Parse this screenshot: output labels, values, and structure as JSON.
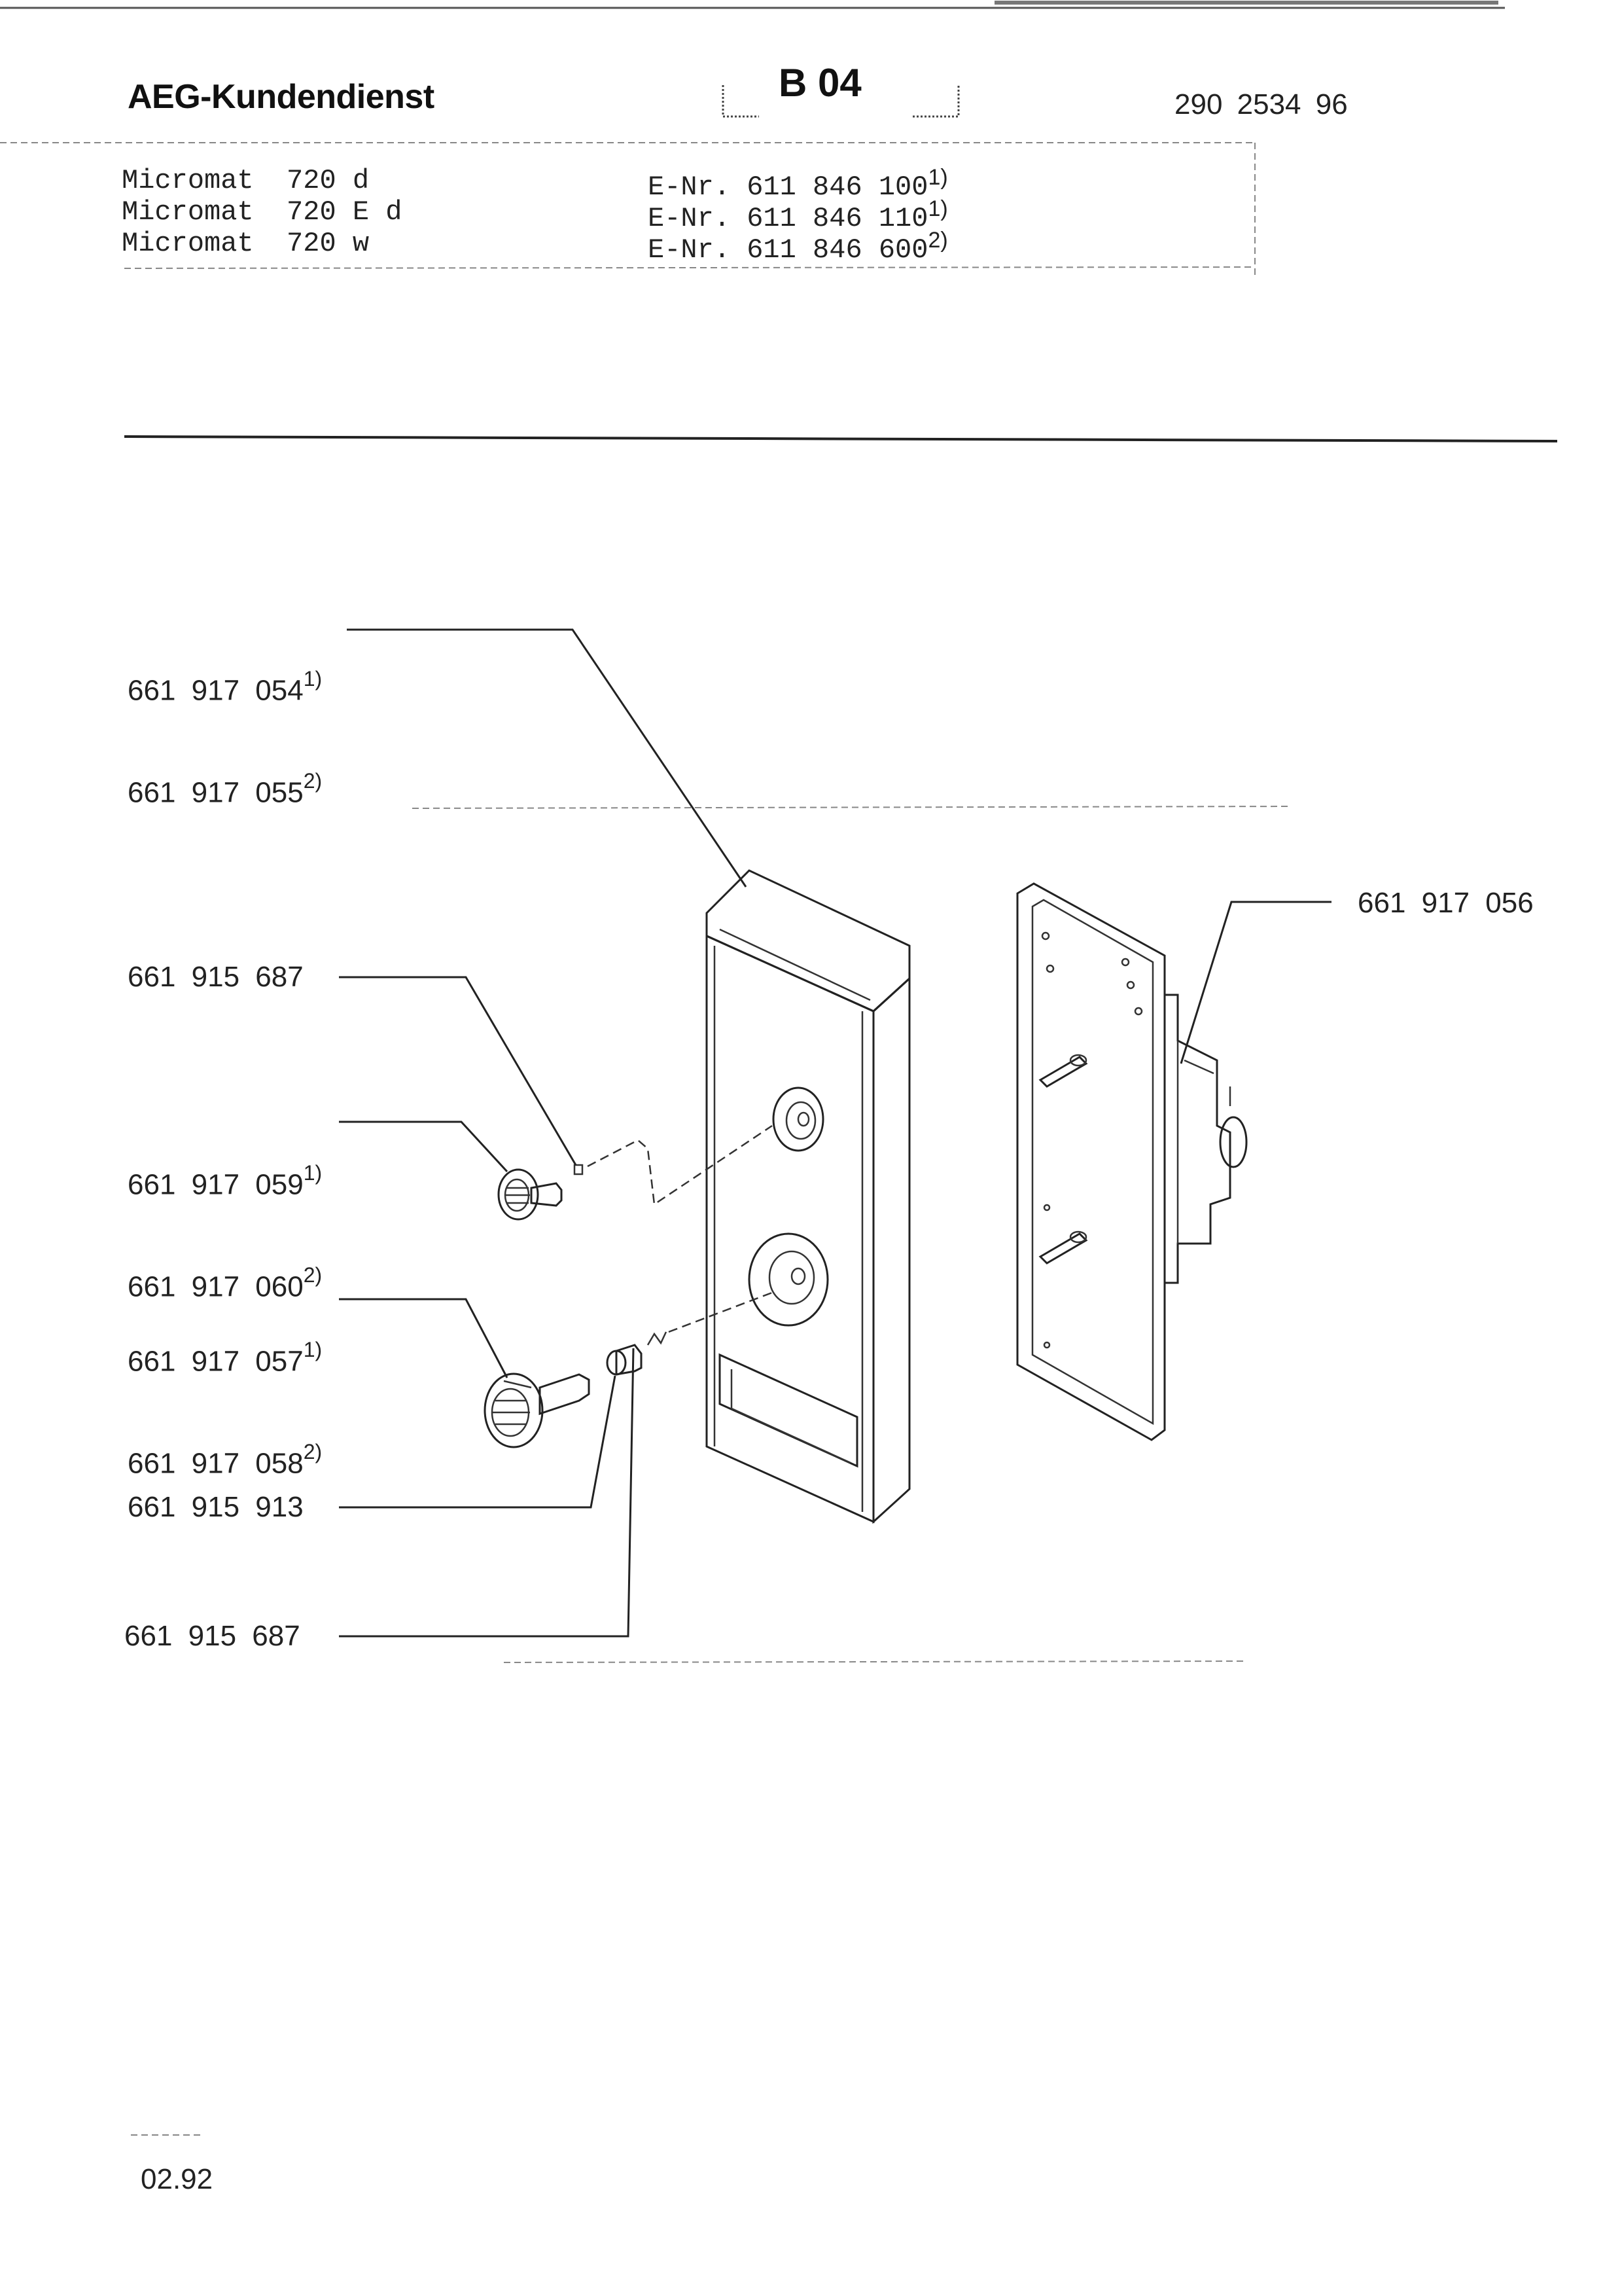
{
  "header": {
    "brand": "AEG-Kundendienst",
    "sheet_code": "B 04",
    "doc_number": "290 2534 96"
  },
  "models": [
    {
      "name": "Micromat  720 d",
      "enr": "E-Nr. 611 846 100",
      "footnote": "1)"
    },
    {
      "name": "Micromat  720 E d",
      "enr": "E-Nr. 611 846 110",
      "footnote": "1)"
    },
    {
      "name": "Micromat  720 w",
      "enr": "E-Nr. 611 846 600",
      "footnote": "2)"
    }
  ],
  "parts": {
    "front_panel": {
      "lines": [
        {
          "number": "661 917 054",
          "footnote": "1)"
        },
        {
          "number": "661 917 055",
          "footnote": "2)"
        }
      ]
    },
    "panel_frame": {
      "number": "661 917 056"
    },
    "spring_upper": {
      "number": "661 915 687"
    },
    "knob_small": {
      "lines": [
        {
          "number": "661 917 059",
          "footnote": "1)"
        },
        {
          "number": "661 917 060",
          "footnote": "2)"
        }
      ]
    },
    "knob_large": {
      "lines": [
        {
          "number": "661 917 057",
          "footnote": "1)"
        },
        {
          "number": "661 917 058",
          "footnote": "2)"
        }
      ]
    },
    "adapter_sleeve": {
      "number": "661 915 913"
    },
    "spring_lower": {
      "number": "661 915 687"
    }
  },
  "footer": {
    "date": "02.92"
  }
}
